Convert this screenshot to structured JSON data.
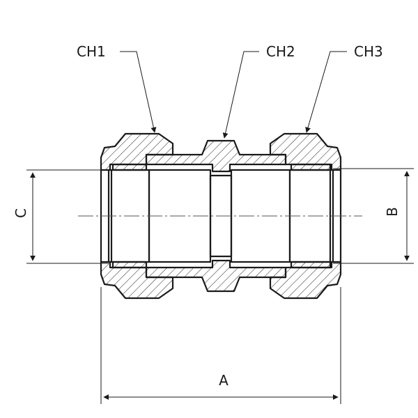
{
  "callouts": {
    "ch1": "CH1",
    "ch2": "CH2",
    "ch3": "CH3"
  },
  "dimensions": {
    "a": "A",
    "b": "B",
    "c": "C"
  },
  "colors": {
    "line": "#1a1a1a",
    "hatch": "#333333",
    "center": "#555555",
    "background": "#ffffff"
  }
}
